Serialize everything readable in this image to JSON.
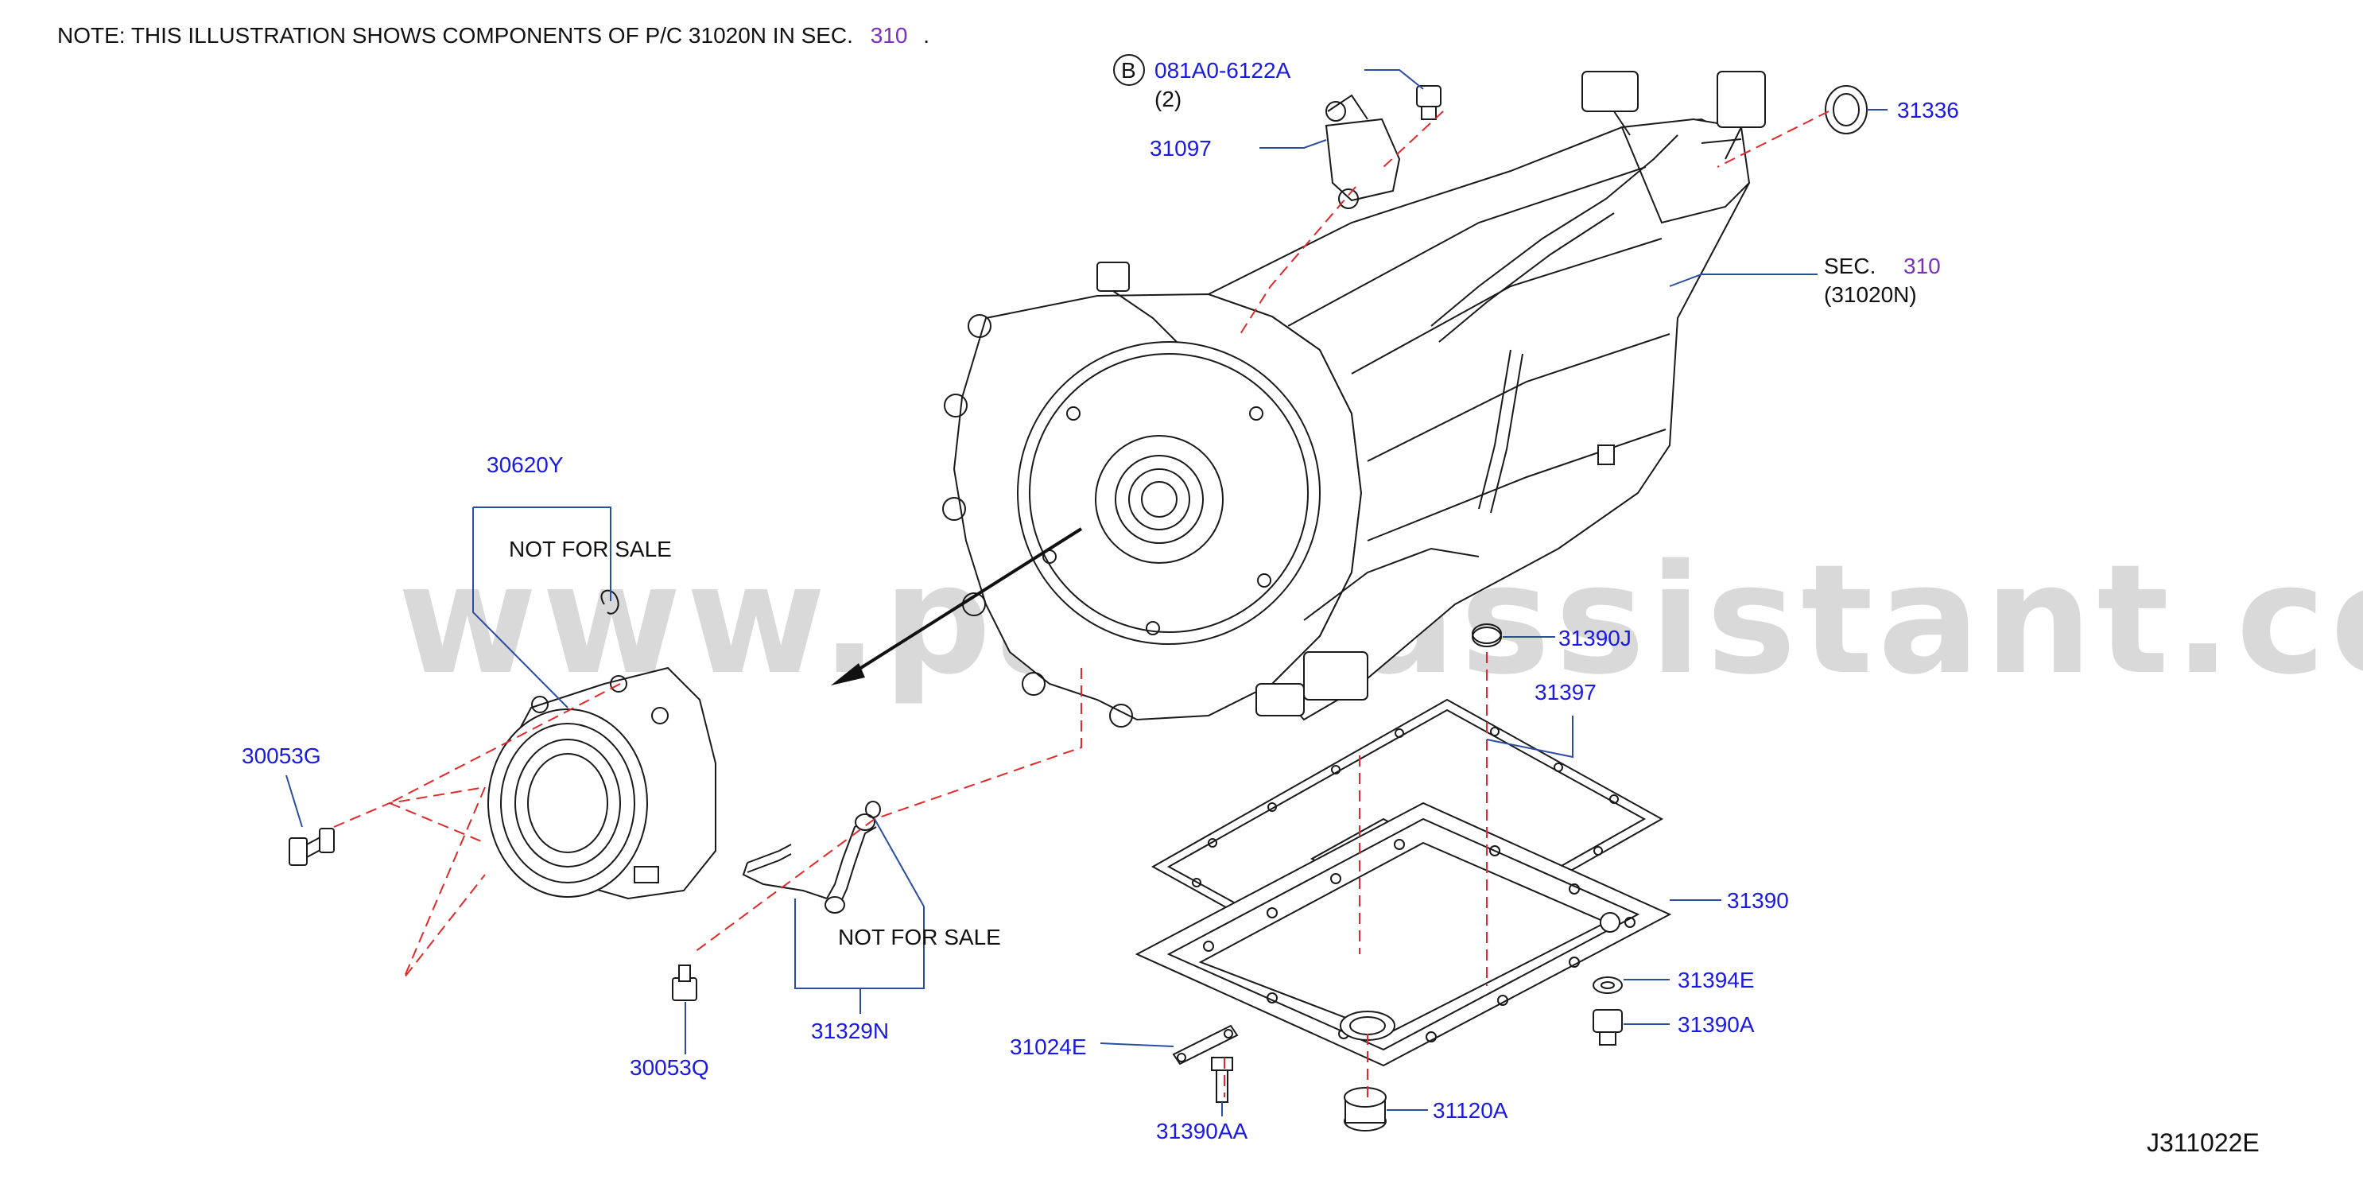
{
  "note": {
    "prefix": "NOTE:  THIS  ILLUSTRATION  SHOWS  COMPONENTS  OF  P/C  31020N  IN  SEC.",
    "section": "310",
    "suffix": "."
  },
  "watermark": "www.partsassistant.com",
  "diagram_id": "J311022E",
  "bolt_callout": {
    "badge": "B",
    "part": "081A0-6122A",
    "qty": "(2)"
  },
  "section_ref": {
    "prefix": "SEC.",
    "section": "310",
    "pc": "(31020N)"
  },
  "not_for_sale": "NOT   FOR   SALE",
  "parts": {
    "p31097": "31097",
    "p31336": "31336",
    "p30620Y": "30620Y",
    "p30053G": "30053G",
    "p30053Q": "30053Q",
    "p31329N": "31329N",
    "p31390J": "31390J",
    "p31397": "31397",
    "p31390": "31390",
    "p31394E": "31394E",
    "p31390A": "31390A",
    "p31024E": "31024E",
    "p31390AA": "31390AA",
    "p31120A": "31120A"
  },
  "colors": {
    "part_number": "#1a1ae0",
    "section_link": "#7b2fbf",
    "leader": "#2b4da0",
    "dashed_line": "#e02a2a",
    "watermark": "#d9d9d9"
  }
}
